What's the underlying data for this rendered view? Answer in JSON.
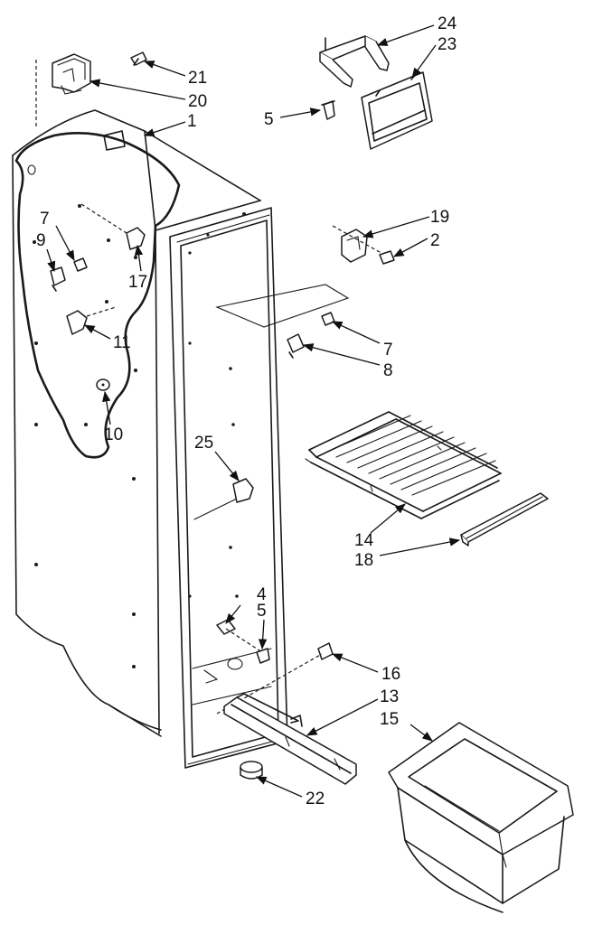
{
  "labels": {
    "l1": "1",
    "l2": "2",
    "l4": "4",
    "l5a": "5",
    "l5b": "5",
    "l7a": "7",
    "l7b": "7",
    "l8": "8",
    "l9": "9",
    "l10": "10",
    "l11": "11",
    "l13": "13",
    "l14": "14",
    "l15": "15",
    "l16": "16",
    "l17": "17",
    "l18": "18",
    "l19": "19",
    "l20": "20",
    "l21": "21",
    "l22": "22",
    "l23": "23",
    "l24": "24",
    "l25": "25"
  }
}
